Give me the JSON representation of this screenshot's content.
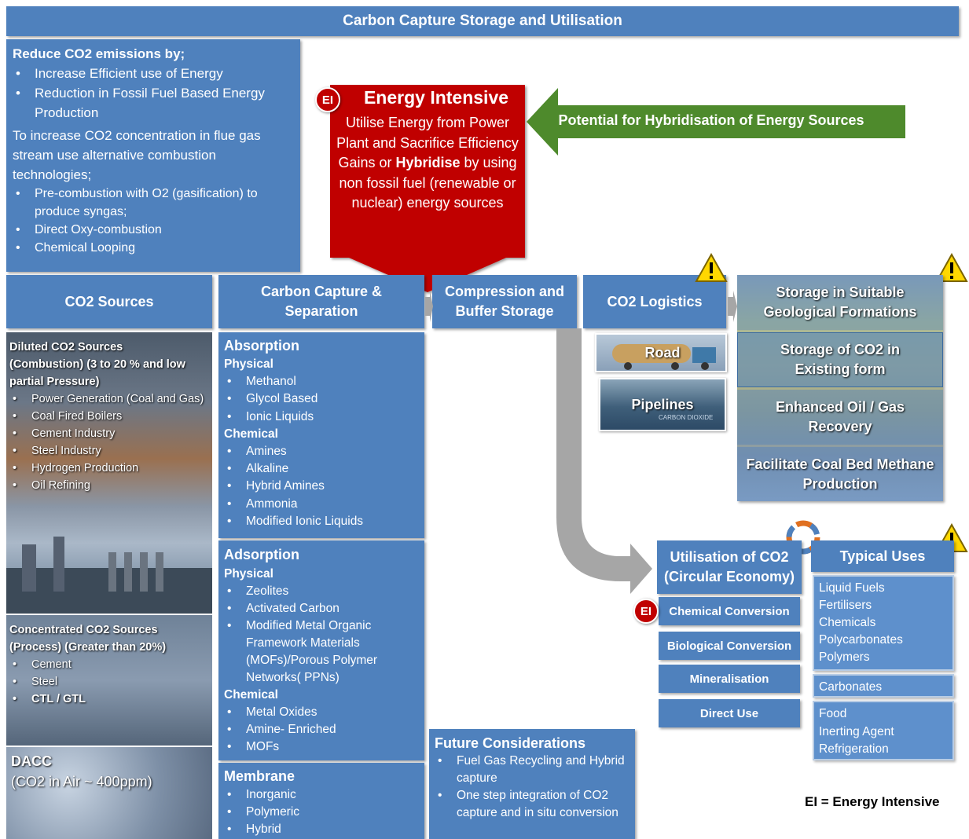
{
  "title": "Carbon Capture Storage and Utilisation",
  "reduce": {
    "heading": "Reduce CO2  emissions by;",
    "bullets1": [
      "Increase Efficient use of Energy",
      "Reduction in Fossil Fuel Based Energy Production"
    ],
    "intro": "To increase CO2 concentration in flue gas stream use alternative combustion technologies;",
    "bullets2": [
      "Pre-combustion with O2 (gasification) to produce syngas;",
      "Direct Oxy-combustion",
      "Chemical Looping"
    ]
  },
  "energy_intensive": {
    "badge": "EI",
    "title": "Energy Intensive",
    "line1": "Utilise Energy from Power Plant and Sacrifice Efficiency Gains  or",
    "bold": "Hybridise",
    "line2": " by using non fossil fuel (renewable or nuclear) energy sources"
  },
  "hybrid": "Potential for Hybridisation of Energy Sources",
  "columns": {
    "sources": "CO2 Sources",
    "capture": "Carbon Capture & Separation",
    "compression": "Compression and Buffer Storage",
    "logistics": "CO2 Logistics"
  },
  "sources": {
    "diluted_heading": "Diluted CO2  Sources (Combustion) (3 to 20 % and low partial Pressure)",
    "diluted_items": [
      "Power Generation (Coal and Gas)",
      "Coal Fired Boilers",
      "Cement Industry",
      "Steel Industry",
      "Hydrogen Production",
      "Oil Refining"
    ],
    "concentrated_heading": "Concentrated CO2  Sources (Process) (Greater than 20%)",
    "concentrated_items": [
      "Cement",
      "Steel",
      "CTL / GTL"
    ],
    "dacc_title": "DACC",
    "dacc_sub": "(CO2 in Air ~ 400ppm)"
  },
  "absorption": {
    "title": "Absorption",
    "physical": "Physical",
    "physical_items": [
      "Methanol",
      "Glycol Based",
      "Ionic Liquids"
    ],
    "chemical": "Chemical",
    "chemical_items": [
      "Amines",
      "Alkaline",
      "Hybrid Amines",
      "Ammonia",
      "Modified Ionic Liquids"
    ]
  },
  "adsorption": {
    "title": "Adsorption",
    "physical": "Physical",
    "physical_items": [
      "Zeolites",
      "Activated Carbon",
      "Modified Metal Organic Framework Materials (MOFs)/Porous Polymer Networks( PPNs)"
    ],
    "chemical": "Chemical",
    "chemical_items": [
      "Metal Oxides",
      "Amine- Enriched",
      "MOFs"
    ]
  },
  "membrane": {
    "title": "Membrane",
    "items": [
      "Inorganic",
      "Polymeric",
      "Hybrid"
    ]
  },
  "future": {
    "title": "Future Considerations",
    "items": [
      "Fuel Gas Recycling and Hybrid capture",
      "One step integration of CO2 capture and in situ conversion"
    ]
  },
  "logistics": {
    "road": "Road",
    "pipelines": "Pipelines",
    "pipe_caption": "CARBON DIOXIDE"
  },
  "storage": {
    "geological": "Storage in Suitable Geological Formations",
    "existing": "Storage of CO2  in Existing form",
    "eor": "Enhanced Oil / Gas Recovery",
    "cbm": "Facilitate Coal Bed Methane Production"
  },
  "utilisation": {
    "title": "Utilisation of CO2 (Circular Economy)",
    "badge": "EI",
    "items": [
      "Chemical Conversion",
      "Biological Conversion",
      "Mineralisation",
      "Direct Use"
    ]
  },
  "typical_uses": {
    "title": "Typical Uses",
    "group1": [
      "Liquid Fuels",
      "Fertilisers",
      "Chemicals",
      "Polycarbonates",
      "Polymers"
    ],
    "group2": [
      "Carbonates"
    ],
    "group3": [
      "Food",
      "Inerting Agent",
      "Refrigeration"
    ]
  },
  "legend": "EI = Energy Intensive",
  "colors": {
    "blue": "#4f81bd",
    "red": "#c00000",
    "green": "#4e8a2c",
    "grey": "#a6a6a6",
    "warning": "#ffd700"
  }
}
